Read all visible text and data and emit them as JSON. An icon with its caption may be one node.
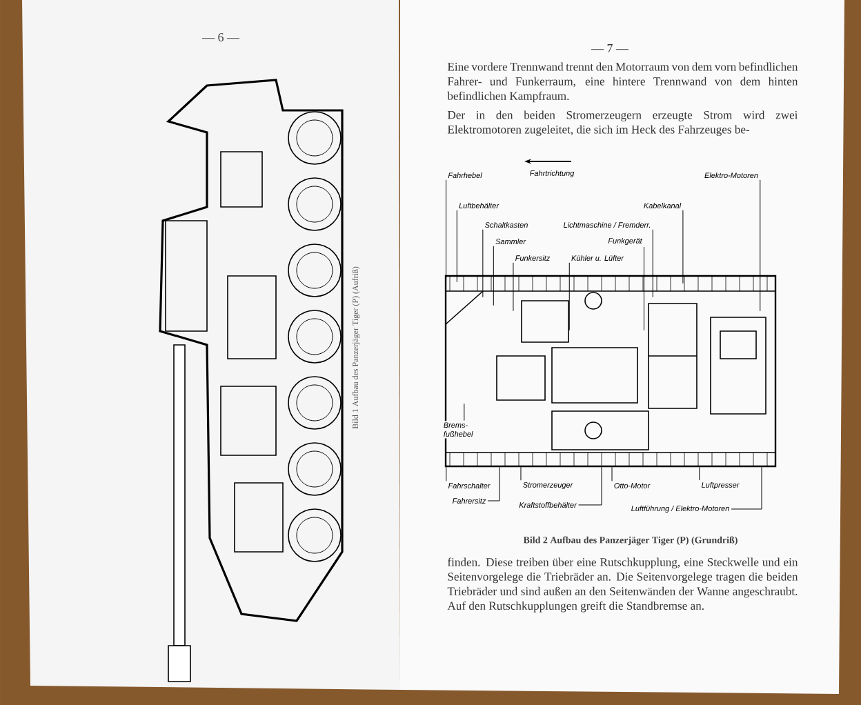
{
  "diagram": {
    "caption": "Bild 2 Aufbau des Panzerjäger Tiger (P) (Grundriß)",
    "nodes": [
      {
        "text": [
          "Fahrhebel"
        ]
      },
      {
        "text": [
          "Luftbehälter"
        ]
      },
      {
        "text": [
          "Schaltkasten"
        ]
      },
      {
        "text": [
          "Sammler"
        ]
      },
      {
        "text": [
          "Funkersitz"
        ]
      },
      {
        "text": [
          "Kühler u. Lüfter"
        ]
      },
      {
        "text": [
          "Funkgerät"
        ]
      },
      {
        "text": [
          "Lichtmaschine / Fremderr."
        ]
      },
      {
        "text": [
          "Kabelkanal"
        ]
      },
      {
        "text": [
          "Elektro-Motoren"
        ]
      },
      {
        "text": [],
        "shape": "picture"
      },
      {
        "text": [
          "Brems- fußhebel"
        ],
        "in": 10
      },
      {
        "text": [
          "Fahrschalter"
        ]
      },
      {
        "text": [
          "Fahrersitz"
        ]
      },
      {
        "text": [
          "Stromerzeuger"
        ]
      },
      {
        "text": [
          "Kraftstoffbehälter"
        ]
      },
      {
        "text": [
          "Otto-Motor"
        ]
      },
      {
        "text": [
          "Luftpresser"
        ]
      },
      {
        "text": [
          "Luftführung / Elektro-Motoren"
        ]
      }
    ],
    "edges": [
      {
        "from": 0,
        "to": 10,
        "arrow": "none"
      },
      {
        "from": 1,
        "to": 10,
        "arrow": "none"
      },
      {
        "from": 2,
        "to": 10,
        "arrow": "none"
      },
      {
        "from": 3,
        "to": 10,
        "arrow": "none"
      },
      {
        "from": 4,
        "to": 10,
        "arrow": "none"
      },
      {
        "from": 5,
        "to": 10,
        "arrow": "none"
      },
      {
        "from": 6,
        "to": 10,
        "arrow": "none"
      },
      {
        "from": 7,
        "to": 10,
        "arrow": "none"
      },
      {
        "from": 8,
        "to": 10,
        "arrow": "none"
      },
      {
        "from": 9,
        "to": 10,
        "arrow": "none"
      },
      {
        "from": 11,
        "to": 10,
        "arrow": "none"
      },
      {
        "from": 12,
        "to": 10,
        "arrow": "none"
      },
      {
        "from": 13,
        "to": 10,
        "arrow": "none"
      },
      {
        "from": 14,
        "to": 10,
        "arrow": "none"
      },
      {
        "from": 15,
        "to": 10,
        "arrow": "none"
      },
      {
        "from": 16,
        "to": 10,
        "arrow": "none"
      },
      {
        "from": 17,
        "to": 10,
        "arrow": "none"
      },
      {
        "from": 18,
        "to": 10,
        "arrow": "none"
      }
    ],
    "labels": [
      "— 6 —",
      "Bild 1 Aufbau des Panzerjäger Tiger (P) (Aufriß)",
      "— 7 —",
      "Eine vordere Trennwand trennt den Motorraum von dem vorn befindlichen Fahrer- und Funkerraum, eine hintere Trennwand von dem hinten befindlichen Kampfraum.",
      "Der in den beiden Stromerzeugern erzeugte Strom wird zwei Elektromotoren zugeleitet, die sich im Heck des Fahrzeuges be-",
      "Fahrtrichtung",
      "finden. Diese treiben über eine Rutschkupplung, eine Steckwelle und ein Seitenvorgelege die Triebräder an. Die Seitenvorgelege tragen die beiden Triebräder und sind außen an den Seitenwänden der Wanne angeschraubt. Auf den Rutschkupplungen greift die Standbremse an."
    ]
  }
}
